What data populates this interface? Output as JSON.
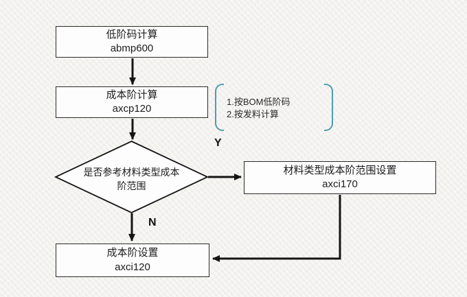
{
  "diagram": {
    "colors": {
      "background": "#f3f2ef",
      "line": "#141414",
      "node_fill": "#fdfdfd",
      "node_border": "#2a2a2a",
      "bracket": "#4f9cb0",
      "text": "#1c1c1c"
    },
    "nodes": {
      "low_level_code": {
        "title": "低阶码计算",
        "code": "abmp600"
      },
      "cost_level_calc": {
        "title": "成本阶计算",
        "code": "axcp120"
      },
      "decision": {
        "line1": "是否参考材料类型成本",
        "line2": "阶范围"
      },
      "material_type_range": {
        "title": "材料类型成本阶范围设置",
        "code": "axci170"
      },
      "cost_level_set": {
        "title": "成本阶设置",
        "code": "axci120"
      }
    },
    "note": {
      "line1": "1.按BOM低阶码",
      "line2": "2.按发料计算"
    },
    "edge_labels": {
      "yes": "Y",
      "no": "N"
    }
  }
}
